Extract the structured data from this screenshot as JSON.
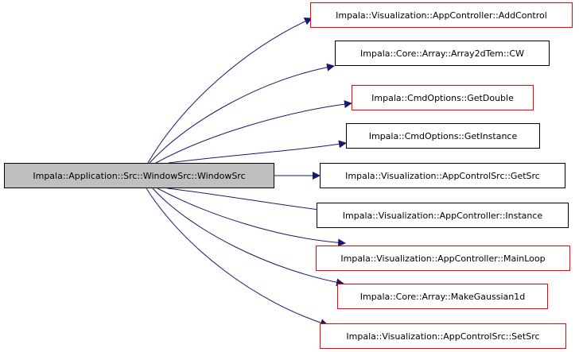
{
  "graph": {
    "source": {
      "label": "Impala::Application::Src::WindowSrc::WindowSrc"
    },
    "targets": [
      {
        "label": "Impala::Visualization::AppController::AddControl",
        "border": "red"
      },
      {
        "label": "Impala::Core::Array::Array2dTem::CW",
        "border": "black"
      },
      {
        "label": "Impala::CmdOptions::GetDouble",
        "border": "red"
      },
      {
        "label": "Impala::CmdOptions::GetInstance",
        "border": "black"
      },
      {
        "label": "Impala::Visualization::AppControlSrc::GetSrc",
        "border": "black"
      },
      {
        "label": "Impala::Visualization::AppController::Instance",
        "border": "black"
      },
      {
        "label": "Impala::Visualization::AppController::MainLoop",
        "border": "red"
      },
      {
        "label": "Impala::Core::Array::MakeGaussian1d",
        "border": "red"
      },
      {
        "label": "Impala::Visualization::AppControlSrc::SetSrc",
        "border": "red"
      }
    ],
    "edge_color": "#191970",
    "source_fill": "#bfbfbf",
    "red_border": "#ff0000",
    "black_border": "#000000"
  }
}
